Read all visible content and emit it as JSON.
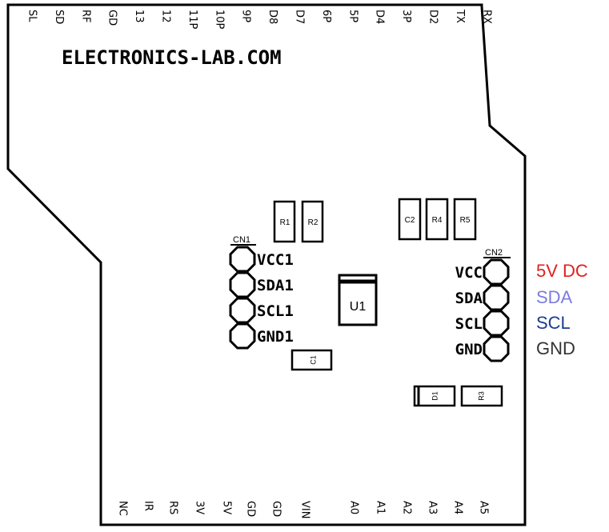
{
  "board": {
    "title": "ELECTRONICS-LAB.COM",
    "top_pins": [
      "SL",
      "SD",
      "RF",
      "GD",
      "13",
      "12",
      "11P",
      "10P",
      "9P",
      "D8",
      "D7",
      "6P",
      "5P",
      "D4",
      "3P",
      "D2",
      "TX",
      "RX"
    ],
    "bottom_pins": [
      "NC",
      "IR",
      "RS",
      "3V",
      "5V",
      "GD",
      "GD",
      "VIN",
      "A0",
      "A1",
      "A2",
      "A3",
      "A4",
      "A5"
    ],
    "components": {
      "r1": "R1",
      "r2": "R2",
      "c2": "C2",
      "r4": "R4",
      "r5": "R5",
      "u1": "U1",
      "c1": "C1",
      "d1": "D1",
      "r3": "R3"
    },
    "cn1": {
      "name": "CN1",
      "pins": [
        "VCC1",
        "SDA1",
        "SCL1",
        "GND1"
      ]
    },
    "cn2": {
      "name": "CN2",
      "pins": [
        "VCC",
        "SDA",
        "SCL",
        "GND"
      ]
    }
  },
  "legend": [
    {
      "label": "5V DC",
      "color": "#e0201e"
    },
    {
      "label": "SDA",
      "color": "#7b7be0"
    },
    {
      "label": "SCL",
      "color": "#1b3d8f"
    },
    {
      "label": "GND",
      "color": "#333333"
    }
  ]
}
